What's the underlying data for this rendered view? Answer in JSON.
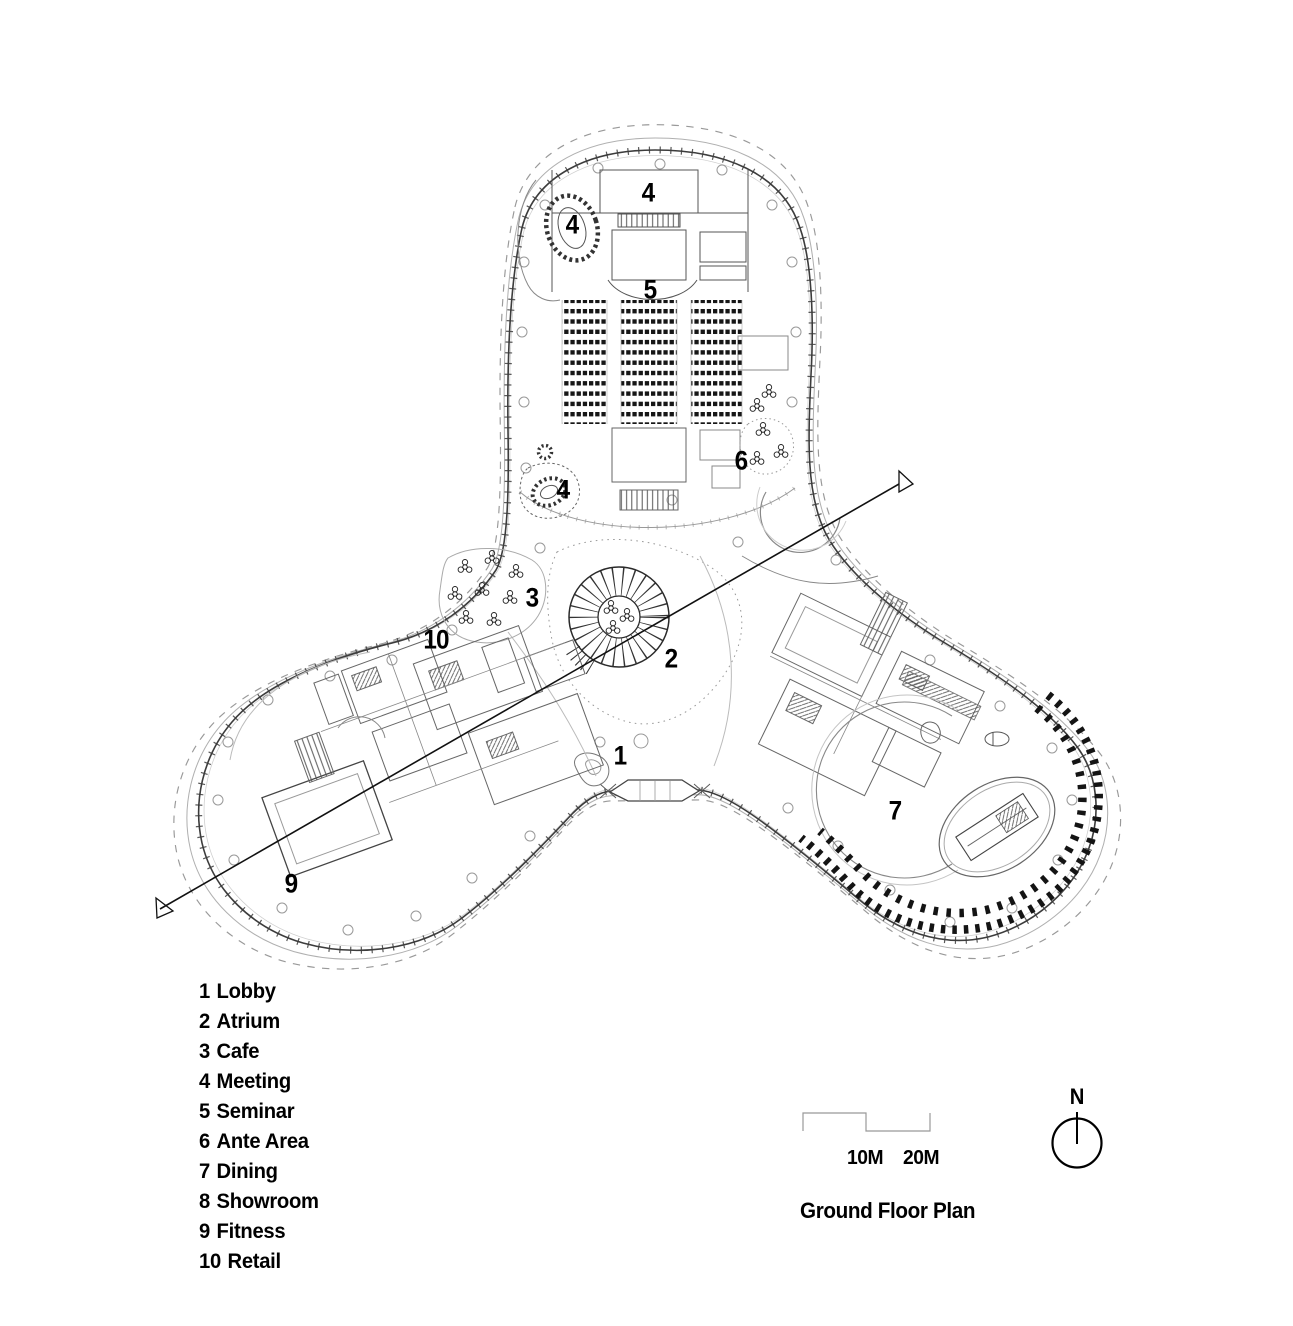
{
  "title": {
    "text": "Ground Floor Plan"
  },
  "north_arrow": {
    "label": "N"
  },
  "scale_bar": {
    "label_10m": "10M",
    "label_20m": "20M"
  },
  "legend": {
    "items": [
      {
        "num": "1",
        "name": "Lobby"
      },
      {
        "num": "2",
        "name": "Atrium"
      },
      {
        "num": "3",
        "name": "Cafe"
      },
      {
        "num": "4",
        "name": "Meeting"
      },
      {
        "num": "5",
        "name": "Seminar"
      },
      {
        "num": "6",
        "name": "Ante Area"
      },
      {
        "num": "7",
        "name": "Dining"
      },
      {
        "num": "8",
        "name": "Showroom"
      },
      {
        "num": "9",
        "name": "Fitness"
      },
      {
        "num": "10",
        "name": "Retail"
      }
    ]
  },
  "plan_labels": [
    {
      "text": "4",
      "room": "Meeting (upper room)"
    },
    {
      "text": "4",
      "room": "Meeting (oval room)"
    },
    {
      "text": "5",
      "room": "Seminar"
    },
    {
      "text": "6",
      "room": "Ante Area"
    },
    {
      "text": "4",
      "room": "Meeting (blob table)"
    },
    {
      "text": "3",
      "room": "Cafe"
    },
    {
      "text": "10",
      "room": "Retail"
    },
    {
      "text": "2",
      "room": "Atrium"
    },
    {
      "text": "1",
      "room": "Lobby"
    },
    {
      "text": "7",
      "room": "Dining"
    },
    {
      "text": "9",
      "room": "Fitness"
    }
  ],
  "colors": {
    "background": "#ffffff",
    "ink": "#000000",
    "facade_line": "#3c3c3c",
    "mid_line": "#777777",
    "light_line": "#aaaaaa",
    "dashed_site_line": "#999999",
    "seating_fill": "#161616"
  }
}
